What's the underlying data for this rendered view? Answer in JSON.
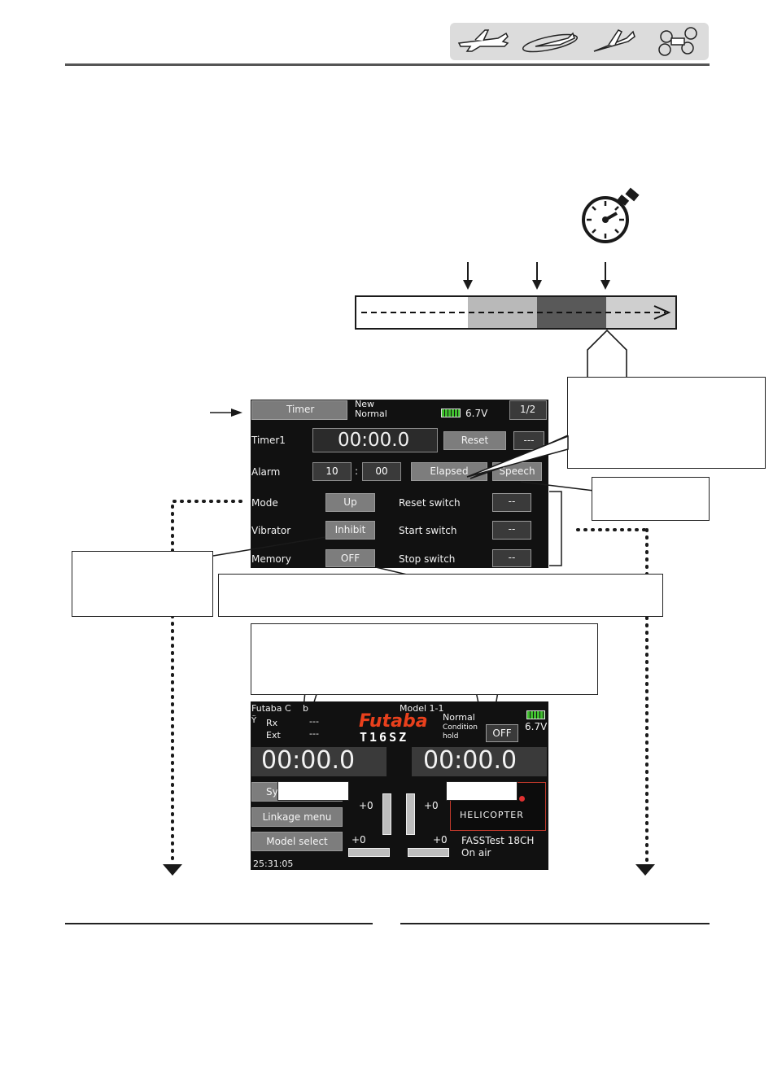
{
  "timer_screen": {
    "title": "Timer",
    "model_name": "New",
    "condition": "Normal",
    "battery": "6.7V",
    "page": "1/2",
    "timer_name": "Timer1",
    "time": "00:00.0",
    "reset_btn": "Reset",
    "dash_btn": "---",
    "alarm_label": "Alarm",
    "alarm_min": "10",
    "alarm_colon": ":",
    "alarm_sec": "00",
    "elapsed_btn": "Elapsed",
    "speech_btn": "Speech",
    "mode_label": "Mode",
    "mode_value": "Up",
    "vibrator_label": "Vibrator",
    "vibrator_value": "Inhibit",
    "memory_label": "Memory",
    "memory_value": "OFF",
    "reset_switch_label": "Reset switch",
    "reset_switch_value": "--",
    "start_switch_label": "Start switch",
    "start_switch_value": "--",
    "stop_switch_label": "Stop switch",
    "stop_switch_value": "--"
  },
  "home_screen": {
    "system_name": "Futaba C",
    "system_name_tail": "b",
    "model": "Model 1-1",
    "rx_label": "Rx",
    "rx_value": "---",
    "ext_label": "Ext",
    "ext_value": "---",
    "brand": "Futaba",
    "product": "T16SZ",
    "condition": "Normal",
    "condition_hold_1": "Condition",
    "condition_hold_2": "hold",
    "hold_value": "OFF",
    "battery": "6.7V",
    "timer1": "00:00.0",
    "timer2": "00:00.0",
    "sys_btn_visible": "Sy",
    "linkage_btn": "Linkage menu",
    "model_select_btn": "Model select",
    "trim_left_v": "+0",
    "trim_right_v": "+0",
    "trim_left_h": "+0",
    "trim_right_h": "+0",
    "heli_label": "HELICOPTER",
    "fasstest": "FASSTest 18CH",
    "on_air": "On air",
    "clock": "25:31:05"
  },
  "colors": {
    "brand_red": "#e8401c",
    "screen_bg": "#111111",
    "battery_green": "#3fbf2e"
  },
  "icons": [
    "airplane-icon",
    "glider-icon",
    "sailplane-icon",
    "multicopter-icon",
    "stopwatch-icon"
  ]
}
